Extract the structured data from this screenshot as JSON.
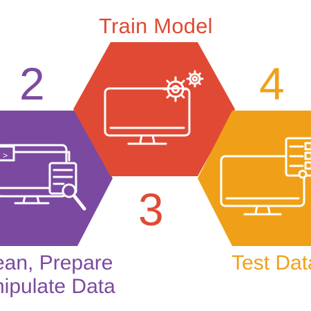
{
  "steps": [
    {
      "number": "2",
      "caption_lines": [
        "ean, Prepare",
        "nipulate Data"
      ],
      "color": "#7b4aa0",
      "icon": "monitor-terminal-magnifier-icon"
    },
    {
      "number": "3",
      "caption": "Train Model",
      "color": "#e04a34",
      "icon": "monitor-gears-icon"
    },
    {
      "number": "4",
      "caption": "Test Data",
      "color": "#f0a018",
      "icon": "monitor-checklist-icon"
    }
  ],
  "terminal_prompt": ">"
}
